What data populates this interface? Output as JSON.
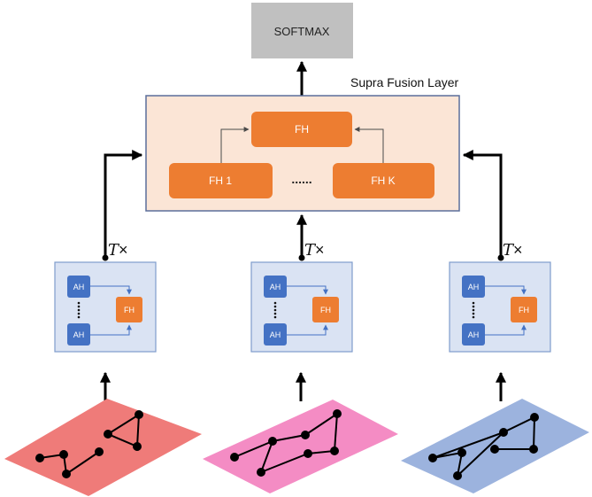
{
  "softmax": {
    "label": "SOFTMAX"
  },
  "fusion_layer": {
    "title": "Supra Fusion Layer",
    "top_head": "FH",
    "left_head": "FH 1",
    "right_head": "FH K",
    "ellipsis": "......"
  },
  "layer_blocks": [
    {
      "repeat_label": "T",
      "repeat_symbol": "×",
      "attention_top": "AH",
      "attention_bottom": "AH",
      "fusion": "FH",
      "dots": "⋮"
    },
    {
      "repeat_label": "T",
      "repeat_symbol": "×",
      "attention_top": "AH",
      "attention_bottom": "AH",
      "fusion": "FH",
      "dots": "⋮"
    },
    {
      "repeat_label": "T",
      "repeat_symbol": "×",
      "attention_top": "AH",
      "attention_bottom": "AH",
      "fusion": "FH",
      "dots": "⋮"
    }
  ],
  "graph_layers": [
    {
      "color": "#ef7b79"
    },
    {
      "color": "#f48cc4"
    },
    {
      "color": "#9cb3de"
    }
  ],
  "colors": {
    "softmax_fill": "#c0c0c0",
    "fusion_fill": "#fbe5d6",
    "fusion_border": "#5b6f9c",
    "orange": "#ed7d31",
    "block_fill": "#dae3f3",
    "blue": "#4472c4"
  }
}
